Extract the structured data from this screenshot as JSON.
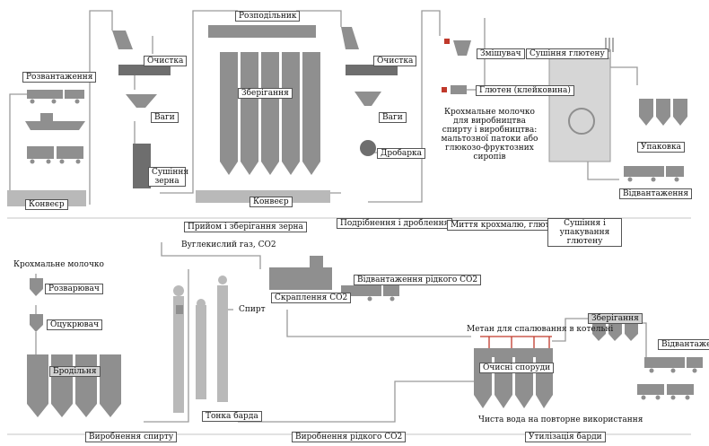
{
  "labels": {
    "unloading": "Розвантаження",
    "conveyor_left": "Конвеєр",
    "cleaning1": "Очистка",
    "scales1": "Ваги",
    "grain_dryer": "Сушіння зерна",
    "distributor": "Розподільник",
    "storage": "Зберігання",
    "conveyor_mid": "Конвеєр",
    "cleaning2": "Очистка",
    "scales2": "Ваги",
    "crusher": "Дробарка",
    "starch_washer": "Змішувач",
    "gluten": "Глютен (клейковина)",
    "gluten_dryer": "Сушіння глютену",
    "packaging": "Упаковка",
    "shipment_top": "Відвантаження",
    "starch_milk_note": "Крохмальне молочко для виробництва спирту і виробництва: мальтозної патоки або глюкозо-фруктозних сиропів",
    "section_receiving": "Прийом і зберігання зерна",
    "section_grinding": "Подрібнення і дроблення",
    "section_washing": "Миття крохмалю, глютену",
    "section_drying": "Сушіння і упакування глютену",
    "starch_milk": "Крохмальне молочко",
    "liquefier": "Розварювач",
    "saccharifier": "Оцукрювач",
    "fermenters": "Бродільня",
    "co2_gas": "Вуглекислий газ, CO2",
    "co2_liquefaction": "Скраплення CO2",
    "co2_shipment": "Відвантаження рідкого CO2",
    "alcohol": "Спирт",
    "thin_stillage": "Тонка барда",
    "methane_note": "Метан для спалювання в котельні",
    "treatment": "Очисні споруди",
    "storage_bottom": "Зберігання",
    "shipment_bottom": "Відвантаження",
    "clean_water": "Чиста вода на повторне використання",
    "section_alcohol": "Виробнення спирту",
    "section_co2": "Виробнення рідкого CO2",
    "section_stillage": "Утилізація барди"
  },
  "colors": {
    "dark": "#6e6e6e",
    "mid": "#8f8f8f",
    "light": "#b9b9b9",
    "pale": "#d6d6d6",
    "line": "#9a9a9a",
    "accent": "#c0392b"
  }
}
